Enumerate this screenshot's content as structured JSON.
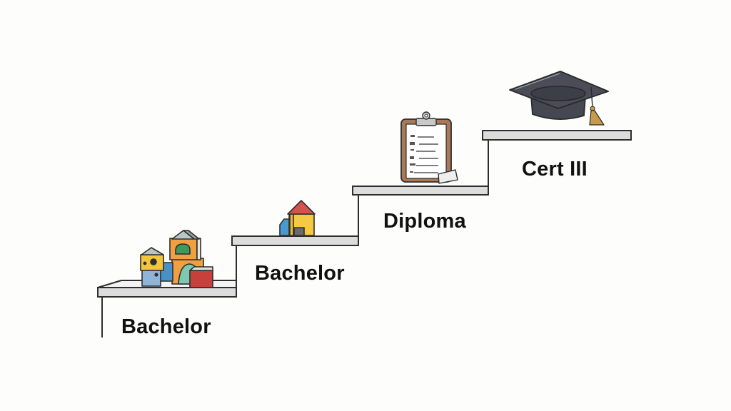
{
  "diagram": {
    "type": "staircase",
    "description": "Four ascending steps of qualification levels, each with an icon",
    "colors": {
      "background": "#fdfdfc",
      "plank_fill": "#dcdcdc",
      "outline": "#2e2e2e",
      "text": "#111111",
      "cap": "#4a4d57",
      "tassel": "#c79a4a"
    },
    "steps": [
      {
        "index": 1,
        "label": "Bachelor",
        "icon": "toy-blocks-icon"
      },
      {
        "index": 2,
        "label": "Bachelor",
        "icon": "house-blocks-icon"
      },
      {
        "index": 3,
        "label": "Diploma",
        "icon": "clipboard-icon"
      },
      {
        "index": 4,
        "label": "Cert III",
        "icon": "graduation-cap-icon"
      }
    ]
  }
}
